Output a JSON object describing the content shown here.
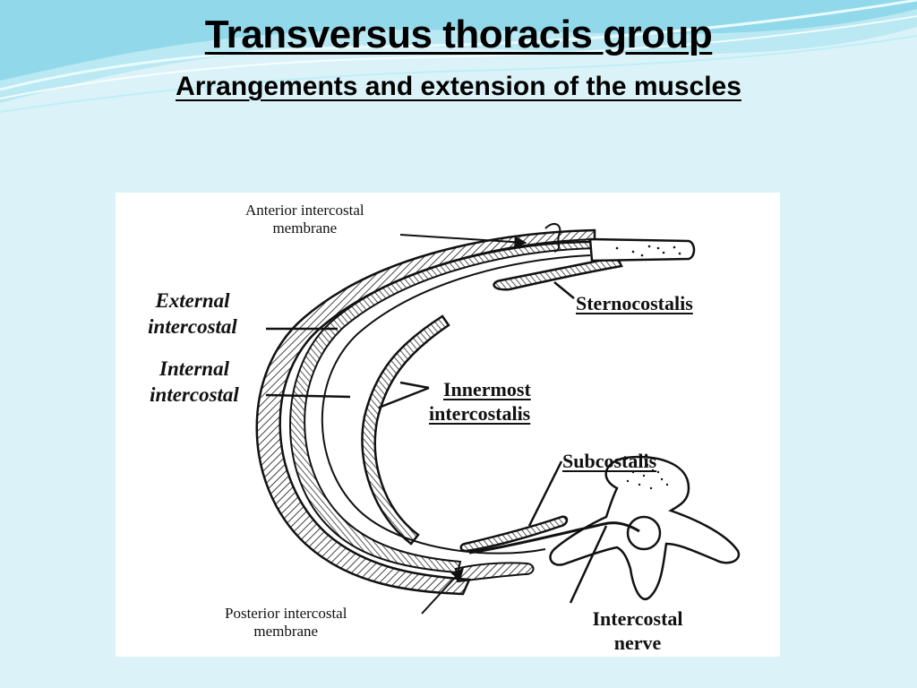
{
  "slide": {
    "title": "Transversus thoracis group",
    "subtitle": "Arrangements and extension of the muscles"
  },
  "diagram": {
    "labels": {
      "anterior_membrane_1": "Anterior intercostal",
      "anterior_membrane_2": "membrane",
      "external_1": "External",
      "external_2": "intercostal",
      "internal_1": "Internal",
      "internal_2": "intercostal",
      "sternocostalis": "Sternocostalis",
      "innermost_1": "Innermost",
      "innermost_2": "intercostalis",
      "subcostalis": "Subcostalis",
      "posterior_membrane_1": "Posterior intercostal",
      "posterior_membrane_2": "membrane",
      "nerve_1": "Intercostal",
      "nerve_2": "nerve"
    }
  },
  "colors": {
    "background": "#dbf3f8",
    "wave": "#7fd3e6",
    "ink": "#111111"
  }
}
